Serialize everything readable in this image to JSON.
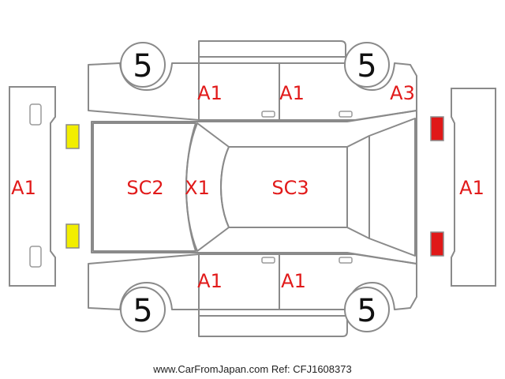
{
  "diagram": {
    "colors": {
      "outline": "#8a8a8a",
      "code_text": "#e11a1a",
      "front_lamp": "#f2ee00",
      "rear_lamp": "#e01818"
    },
    "tires": {
      "front_left": "5",
      "rear_left": "5",
      "front_right": "5",
      "rear_right": "5"
    },
    "codes": {
      "front_bumper": "A1",
      "rear_bumper": "A1",
      "hood": "SC2",
      "windshield": "X1",
      "roof": "SC3",
      "upper_front_door": "A1",
      "upper_rear_door": "A1",
      "upper_rear_quarter": "A3",
      "lower_front_door": "A1",
      "lower_rear_door": "A1"
    }
  },
  "footer": {
    "text": "www.CarFromJapan.com Ref: CFJ1608373"
  }
}
